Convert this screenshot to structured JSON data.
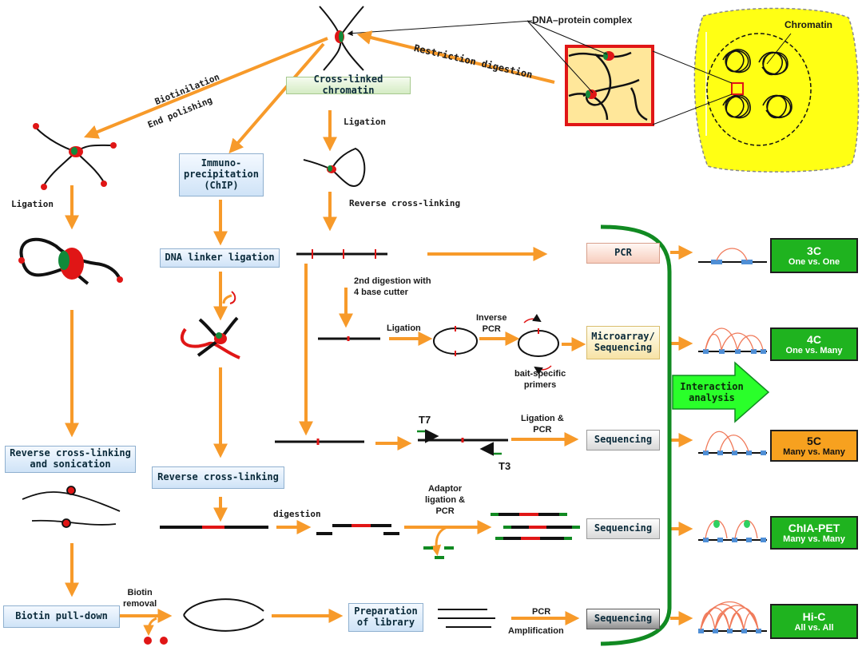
{
  "labels": {
    "dna_protein_complex": "DNA–protein complex",
    "chromatin": "Chromatin",
    "restriction_digestion": "Restriction digestion",
    "biotinilation": "Biotinilation",
    "end_polishing": "End polishing",
    "cross_linked_chromatin": "Cross-linked chromatin",
    "ligation_top": "Ligation",
    "immunoprecipitation": "Immuno-\nprecipitation\n(ChIP)",
    "ligation_left": "Ligation",
    "reverse_cross_linking_center": "Reverse cross-linking",
    "dna_linker_ligation": "DNA linker ligation",
    "second_digestion": "2nd digestion with\n4 base cutter",
    "ligation_mid": "Ligation",
    "inverse_pcr": "Inverse\nPCR",
    "bait_specific_primers": "bait-specific\nprimers",
    "t7": "T7",
    "t3": "T3",
    "ligation_pcr": "Ligation &\nPCR",
    "reverse_sonication": "Reverse cross-linking\nand sonication",
    "reverse_cross_linking_chip": "Reverse cross-linking",
    "digestion": "digestion",
    "adaptor_ligation": "Adaptor\nligation &\nPCR",
    "biotin_pull_down": "Biotin pull-down",
    "biotin_removal": "Biotin\nremoval",
    "preparation_library": "Preparation\nof library",
    "pcr_amplification_1": "PCR",
    "pcr_amplification_2": "Amplification",
    "interaction_analysis": "Interaction\nanalysis"
  },
  "readout_boxes": {
    "pcr": "PCR",
    "microarray": "Microarray/\nSequencing",
    "sequencing_5c": "Sequencing",
    "sequencing_chia": "Sequencing",
    "sequencing_hic": "Sequencing"
  },
  "results": [
    {
      "name": "3C",
      "desc": "One vs. One"
    },
    {
      "name": "4C",
      "desc": "One vs. Many"
    },
    {
      "name": "5C",
      "desc": "Many vs. Many"
    },
    {
      "name": "ChIA-PET",
      "desc": "Many vs. Many"
    },
    {
      "name": "Hi-C",
      "desc": "All vs. All"
    }
  ],
  "colors": {
    "arrow": "#f79a2a",
    "dna": "#000000",
    "cut": "#e01616",
    "protein_green": "#118a3a",
    "nucleus_yellow": "#ffff14",
    "result_green": "#1fb31f",
    "result_orange": "#f7a11f",
    "arc": "#f07a5a",
    "axis_blue": "#4f8fd6",
    "bracket_green": "#118a22"
  }
}
